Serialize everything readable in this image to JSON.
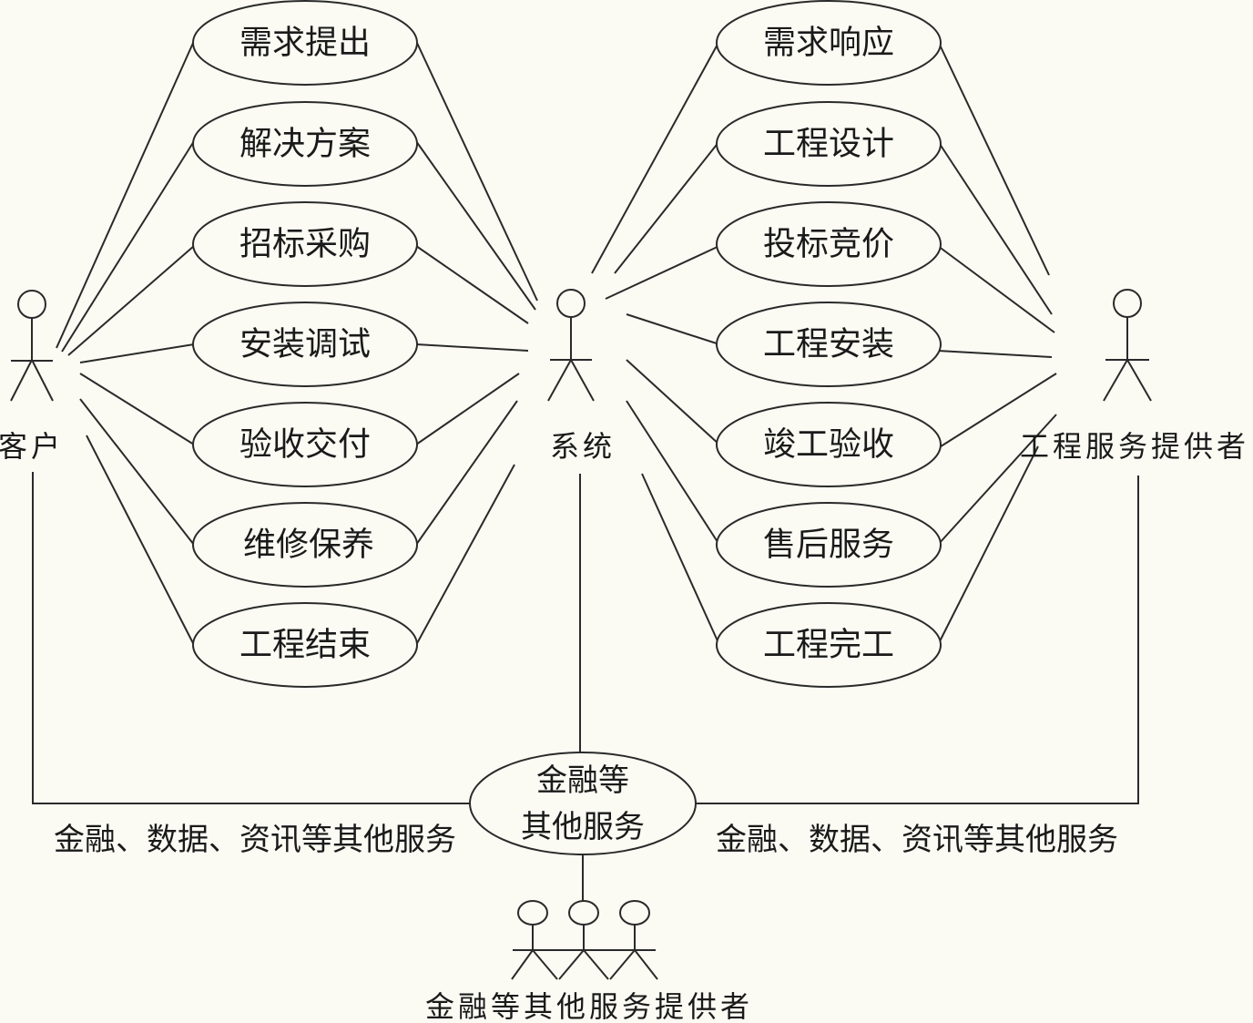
{
  "actors": {
    "customer": "客户",
    "system": "系统",
    "provider": "工程服务提供者",
    "finance_provider": "金融等其他服务提供者"
  },
  "left_use_cases": [
    "需求提出",
    "解决方案",
    "招标采购",
    "安装调试",
    "验收交付",
    "维修保养",
    "工程结束"
  ],
  "right_use_cases": [
    "需求响应",
    "工程设计",
    "投标竞价",
    "工程安装",
    "竣工验收",
    "售后服务",
    "工程完工"
  ],
  "finance": {
    "line1": "金融等",
    "line2": "其他服务",
    "left_label": "金融、数据、资讯等其他服务",
    "right_label": "金融、数据、资讯等其他服务"
  }
}
